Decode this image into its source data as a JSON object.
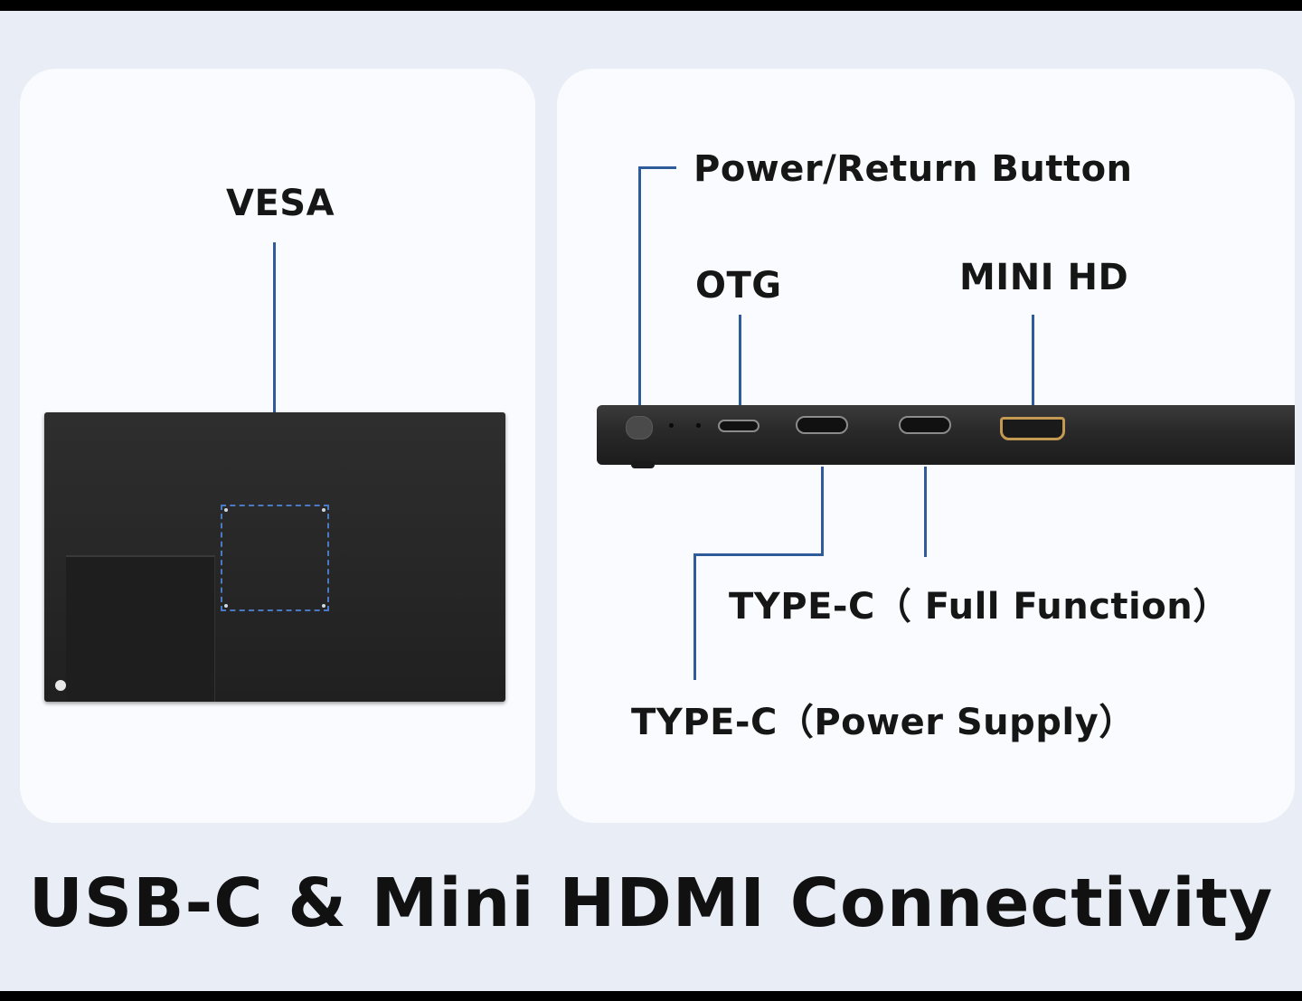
{
  "labels": {
    "vesa": "VESA",
    "power_button": "Power/Return Button",
    "otg": "OTG",
    "mini_hd": "MINI HD",
    "type_c_full": "TYPE-C（ Full Function）",
    "type_c_power": "TYPE-C（Power Supply）"
  },
  "title": "USB-C & Mini HDMI Connectivity",
  "colors": {
    "background": "#e9edf5",
    "panel": "#fafbfe",
    "callout_line": "#2e5b99",
    "hdmi_port": "#c49a52"
  }
}
